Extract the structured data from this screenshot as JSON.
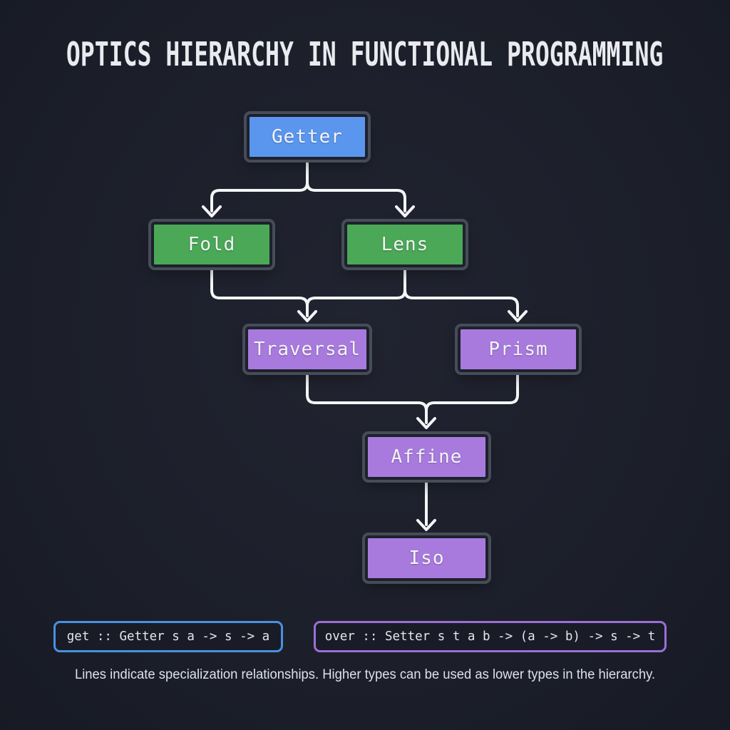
{
  "title": "OPTICS HIERARCHY IN FUNCTIONAL PROGRAMMING",
  "diagram": {
    "nodes": [
      {
        "id": "getter",
        "label": "Getter",
        "fill": "#5b96ee"
      },
      {
        "id": "fold",
        "label": "Fold",
        "fill": "#4aa857"
      },
      {
        "id": "lens",
        "label": "Lens",
        "fill": "#4aa857"
      },
      {
        "id": "traversal",
        "label": "Traversal",
        "fill": "#a87ade"
      },
      {
        "id": "prism",
        "label": "Prism",
        "fill": "#a87ade"
      },
      {
        "id": "affine",
        "label": "Affine",
        "fill": "#a87ade"
      },
      {
        "id": "iso",
        "label": "Iso",
        "fill": "#a87ade"
      }
    ],
    "edges": [
      {
        "from": "Getter",
        "to": "Fold"
      },
      {
        "from": "Getter",
        "to": "Lens"
      },
      {
        "from": "Fold",
        "to": "Traversal"
      },
      {
        "from": "Lens",
        "to": "Traversal"
      },
      {
        "from": "Lens",
        "to": "Prism"
      },
      {
        "from": "Traversal",
        "to": "Affine"
      },
      {
        "from": "Prism",
        "to": "Affine"
      },
      {
        "from": "Affine",
        "to": "Iso"
      }
    ]
  },
  "signatures": [
    {
      "code": "get :: Getter s a -> s -> a",
      "accent": "#4a90e2"
    },
    {
      "code": "over :: Setter s t a b -> (a -> b) -> s -> t",
      "accent": "#9a70d6"
    }
  ],
  "caption": "Lines indicate specialization relationships. Higher types can be used as lower types in the hierarchy.",
  "colors": {
    "background": "#1c1f2a",
    "node_border": "#1d212c",
    "node_ring": "#474c59",
    "connector": "#f4f5f7",
    "label_text": "#f3f4f6"
  }
}
